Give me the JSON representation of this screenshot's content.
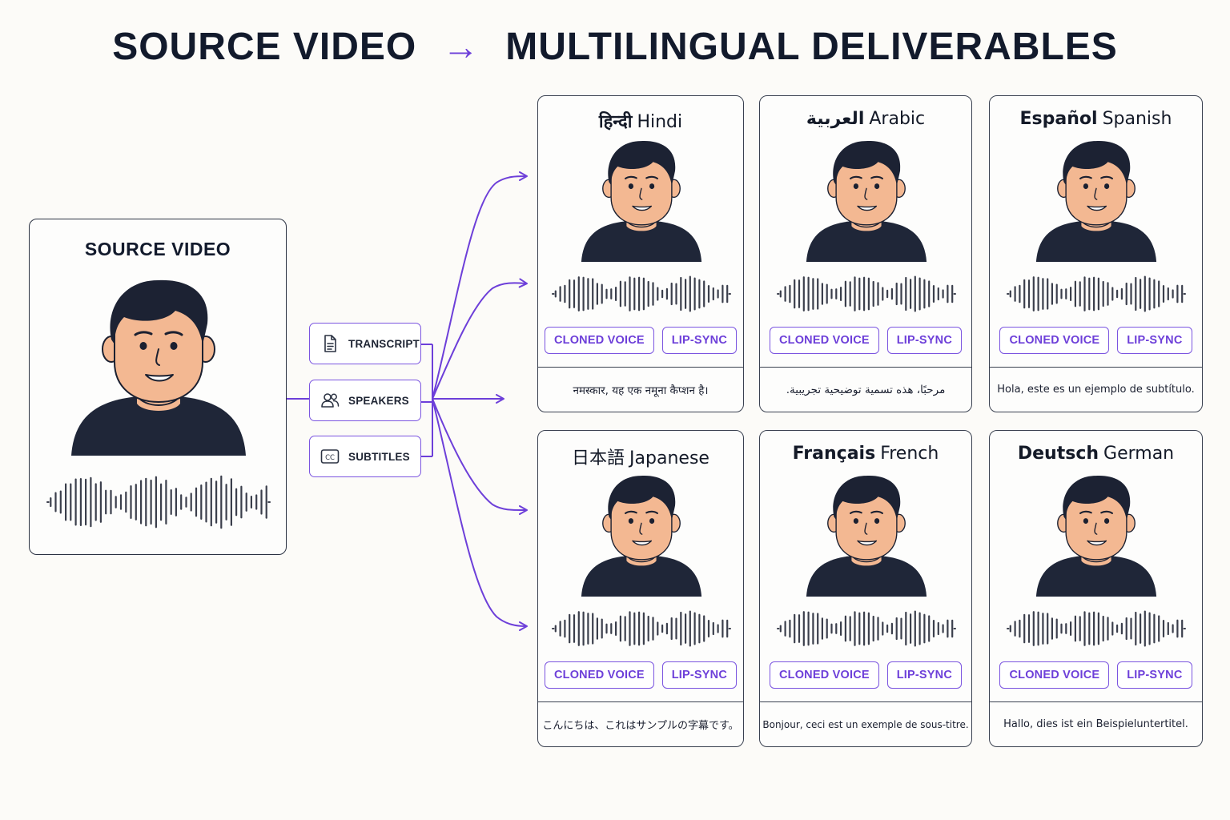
{
  "title": {
    "left": "SOURCE VIDEO",
    "arrow": "→",
    "right": "MULTILINGUAL DELIVERABLES"
  },
  "source": {
    "title": "SOURCE VIDEO",
    "portrait_icon": "person-portrait-icon",
    "waveform_icon": "audio-waveform-icon"
  },
  "chips": [
    {
      "label": "TRANSCRIPT",
      "icon": "document-icon"
    },
    {
      "label": "SPEAKERS",
      "icon": "people-icon"
    },
    {
      "label": "SUBTITLES",
      "icon": "closed-captions-icon"
    }
  ],
  "languages": [
    {
      "native": "हिन्दी",
      "english": "Hindi",
      "subtitle": "नमस्कार, यह एक नमूना कैप्शन है।",
      "badges": [
        "CLONED VOICE",
        "LIP-SYNC"
      ]
    },
    {
      "native": "العربية",
      "english": "Arabic",
      "subtitle": "مرحبًا، هذه تسمية توضيحية تجريبية.",
      "badges": [
        "CLONED VOICE",
        "LIP-SYNC"
      ]
    },
    {
      "native": "Español",
      "english": "Spanish",
      "subtitle": "Hola, este es un ejemplo de subtítulo.",
      "badges": [
        "CLONED VOICE",
        "LIP-SYNC"
      ]
    },
    {
      "native": "日本語",
      "english": "Japanese",
      "subtitle": "こんにちは、これはサンプルの字幕です。",
      "badges": [
        "CLONED VOICE",
        "LIP-SYNC"
      ]
    },
    {
      "native": "Français",
      "english": "French",
      "subtitle": "Bonjour, ceci est un exemple de sous-titre.",
      "badges": [
        "CLONED VOICE",
        "LIP-SYNC"
      ]
    },
    {
      "native": "Deutsch",
      "english": "German",
      "subtitle": "Hallo, dies ist ein Beispieluntertitel.",
      "badges": [
        "CLONED VOICE",
        "LIP-SYNC"
      ]
    }
  ],
  "colors": {
    "accent": "#6d3fd9",
    "ink": "#121a2c",
    "skin": "#f3b892",
    "hair": "#1c2233",
    "shirt": "#1f2638",
    "background": "#fcfbf8"
  }
}
